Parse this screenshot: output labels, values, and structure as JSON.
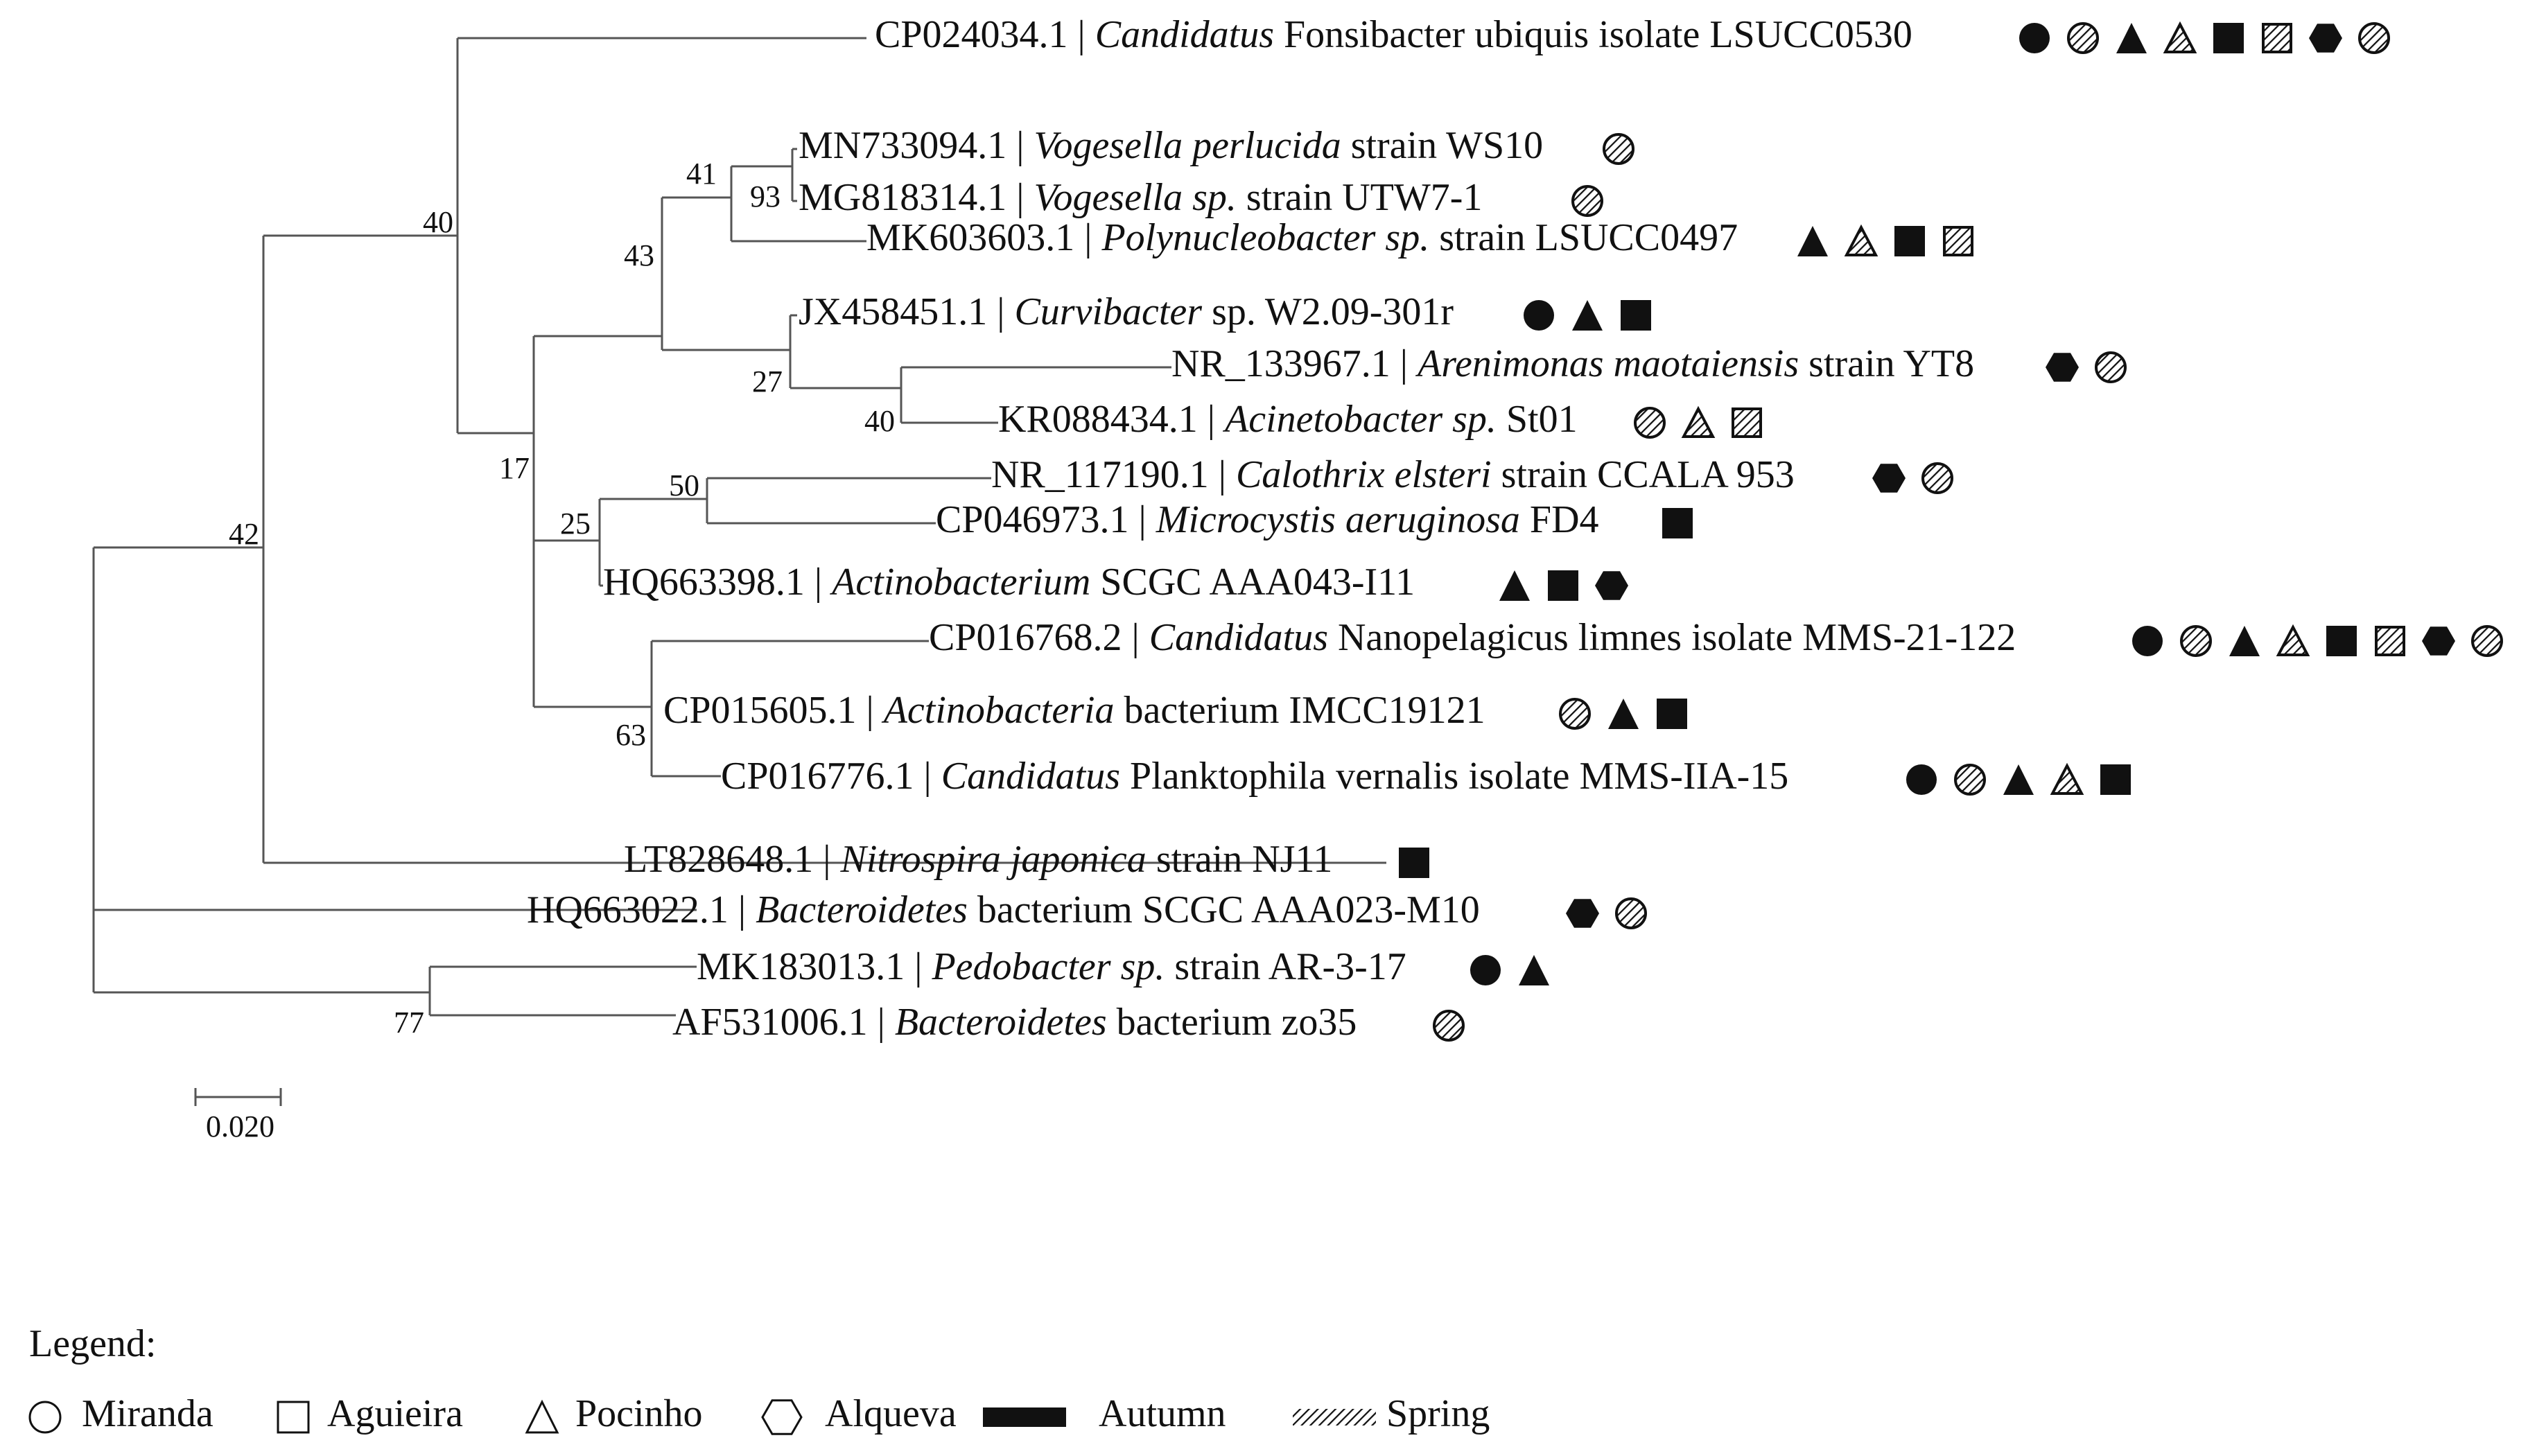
{
  "tree": {
    "leaves": [
      {
        "acc": "CP024034.1",
        "genus": "Candidatus",
        "rest": " Fonsibacter ubiquis isolate LSUCC0530",
        "symbols": [
          "circle-filled",
          "circle-hatched",
          "triangle-filled",
          "triangle-hatched",
          "square-filled",
          "square-hatched",
          "hexagon-filled",
          "circle-hatched"
        ]
      },
      {
        "acc": "MN733094.1",
        "genus": "Vogesella perlucida",
        "rest": " strain WS10",
        "symbols": [
          "circle-hatched"
        ]
      },
      {
        "acc": "MG818314.1",
        "genus": "Vogesella sp.",
        "rest": " strain UTW7-1",
        "symbols": [
          "circle-hatched"
        ]
      },
      {
        "acc": "MK603603.1",
        "genus": "Polynucleobacter sp.",
        "rest": " strain LSUCC0497",
        "symbols": [
          "triangle-filled",
          "triangle-hatched",
          "square-filled",
          "square-hatched"
        ]
      },
      {
        "acc": "JX458451.1",
        "genus": "Curvibacter",
        "rest": " sp. W2.09-301r",
        "symbols": [
          "circle-filled",
          "triangle-filled",
          "square-filled"
        ]
      },
      {
        "acc": "NR_133967.1",
        "genus": "Arenimonas maotaiensis",
        "rest": " strain YT8",
        "symbols": [
          "hexagon-filled",
          "circle-hatched"
        ]
      },
      {
        "acc": "KR088434.1",
        "genus": "Acinetobacter sp.",
        "rest": " St01",
        "symbols": [
          "circle-hatched",
          "triangle-hatched",
          "square-hatched"
        ]
      },
      {
        "acc": "NR_117190.1",
        "genus": "Calothrix elsteri",
        "rest": " strain CCALA 953",
        "symbols": [
          "hexagon-filled",
          "circle-hatched"
        ]
      },
      {
        "acc": "CP046973.1",
        "genus": "Microcystis aeruginosa",
        "rest": " FD4",
        "symbols": [
          "square-filled"
        ]
      },
      {
        "acc": "HQ663398.1",
        "genus": "Actinobacterium",
        "rest": " SCGC AAA043-I11",
        "symbols": [
          "triangle-filled",
          "square-filled",
          "hexagon-filled"
        ]
      },
      {
        "acc": "CP016768.2",
        "genus": "Candidatus",
        "rest": " Nanopelagicus limnes isolate MMS-21-122",
        "symbols": [
          "circle-filled",
          "circle-hatched",
          "triangle-filled",
          "triangle-hatched",
          "square-filled",
          "square-hatched",
          "hexagon-filled",
          "circle-hatched"
        ]
      },
      {
        "acc": "CP015605.1",
        "genus": "Actinobacteria",
        "rest": " bacterium IMCC19121",
        "symbols": [
          "circle-hatched",
          "triangle-filled",
          "square-filled"
        ]
      },
      {
        "acc": "CP016776.1",
        "genus": "Candidatus",
        "rest": " Planktophila vernalis isolate MMS-IIA-15",
        "symbols": [
          "circle-filled",
          "circle-hatched",
          "triangle-filled",
          "triangle-hatched",
          "square-filled"
        ]
      },
      {
        "acc": "LT828648.1",
        "genus": "Nitrospira japonica",
        "rest": " strain NJ11",
        "symbols": [
          "square-filled"
        ]
      },
      {
        "acc": "HQ663022.1",
        "genus": "Bacteroidetes",
        "rest": " bacterium SCGC AAA023-M10",
        "symbols": [
          "hexagon-filled",
          "circle-hatched"
        ]
      },
      {
        "acc": "MK183013.1",
        "genus": "Pedobacter sp.",
        "rest": " strain AR-3-17",
        "symbols": [
          "circle-filled",
          "triangle-filled"
        ]
      },
      {
        "acc": "AF531006.1",
        "genus": "Bacteroidetes",
        "rest": " bacterium zo35",
        "symbols": [
          "circle-hatched"
        ]
      }
    ],
    "separator": "|",
    "bootstrap": [
      "40",
      "42",
      "41",
      "93",
      "43",
      "27",
      "40",
      "17",
      "50",
      "25",
      "63",
      "77"
    ],
    "scale": "0.020"
  },
  "legend": {
    "title": "Legend:",
    "items": [
      {
        "symbol": "circle-open",
        "label": "Miranda"
      },
      {
        "symbol": "square-open",
        "label": "Aguieira"
      },
      {
        "symbol": "triangle-open",
        "label": "Pocinho"
      },
      {
        "symbol": "hexagon-open",
        "label": "Alqueva"
      },
      {
        "symbol": "bar-filled",
        "label": "Autumn"
      },
      {
        "symbol": "bar-hatched",
        "label": "Spring"
      }
    ]
  }
}
